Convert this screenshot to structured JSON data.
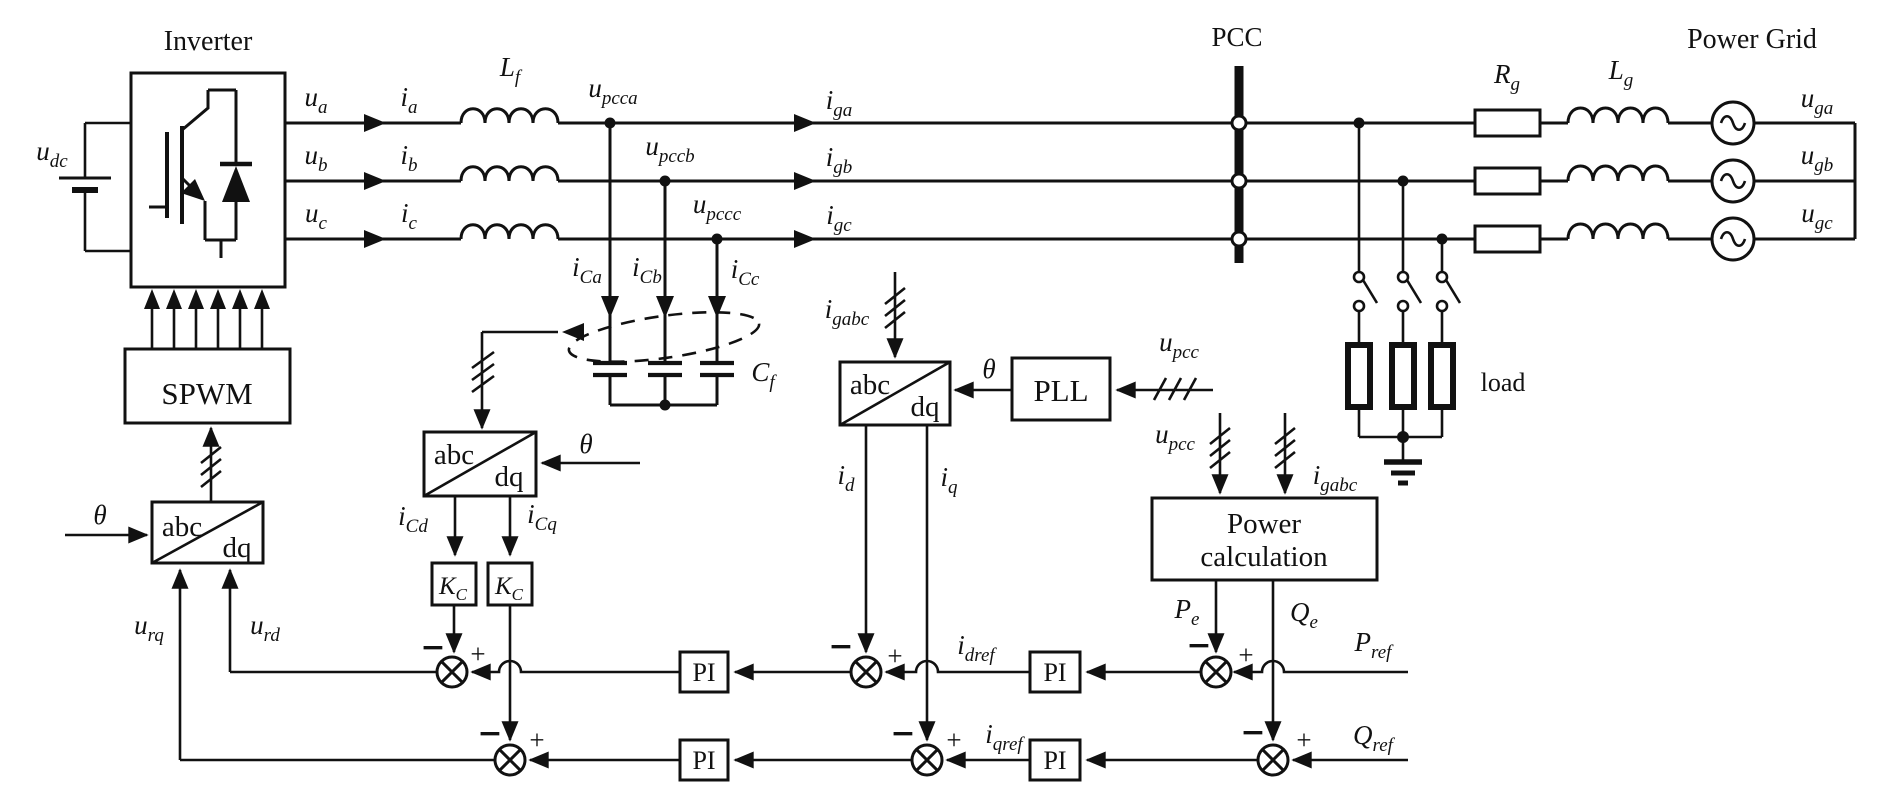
{
  "colors": {
    "ink": "#111111",
    "background": "#ffffff"
  },
  "blocks": {
    "inverter": "Inverter",
    "spwm": "SPWM",
    "pll": "PLL",
    "power_calc_line1": "Power",
    "power_calc_line2": "calculation",
    "abc": "abc",
    "dq": "dq",
    "pi": "PI",
    "pcc": "PCC",
    "power_grid": "Power Grid",
    "load": "load"
  },
  "signs": {
    "plus": "+",
    "minus": "−"
  },
  "sym": {
    "u_dc": {
      "b": "u",
      "s": "dc"
    },
    "u_a": {
      "b": "u",
      "s": "a"
    },
    "u_b": {
      "b": "u",
      "s": "b"
    },
    "u_c": {
      "b": "u",
      "s": "c"
    },
    "i_a": {
      "b": "i",
      "s": "a"
    },
    "i_b": {
      "b": "i",
      "s": "b"
    },
    "i_c": {
      "b": "i",
      "s": "c"
    },
    "L_f": {
      "b": "L",
      "s": "f"
    },
    "u_pcca": {
      "b": "u",
      "s": "pcca"
    },
    "u_pccb": {
      "b": "u",
      "s": "pccb"
    },
    "u_pccc": {
      "b": "u",
      "s": "pccc"
    },
    "i_ga": {
      "b": "i",
      "s": "ga"
    },
    "i_gb": {
      "b": "i",
      "s": "gb"
    },
    "i_gc": {
      "b": "i",
      "s": "gc"
    },
    "i_Ca": {
      "b": "i",
      "s": "Ca"
    },
    "i_Cb": {
      "b": "i",
      "s": "Cb"
    },
    "i_Cc": {
      "b": "i",
      "s": "Cc"
    },
    "C_f": {
      "b": "C",
      "s": "f"
    },
    "i_gabc": {
      "b": "i",
      "s": "gabc"
    },
    "u_pcc": {
      "b": "u",
      "s": "pcc"
    },
    "theta": {
      "b": "θ"
    },
    "i_Cd": {
      "b": "i",
      "s": "Cd"
    },
    "i_Cq": {
      "b": "i",
      "s": "Cq"
    },
    "K_C": {
      "b": "K",
      "s": "C"
    },
    "i_d": {
      "b": "i",
      "s": "d"
    },
    "i_q": {
      "b": "i",
      "s": "q"
    },
    "u_rq": {
      "b": "u",
      "s": "rq"
    },
    "u_rd": {
      "b": "u",
      "s": "rd"
    },
    "i_dref": {
      "b": "i",
      "s": "dref"
    },
    "i_qref": {
      "b": "i",
      "s": "qref"
    },
    "P_e": {
      "b": "P",
      "s": "e"
    },
    "Q_e": {
      "b": "Q",
      "s": "e"
    },
    "P_ref": {
      "b": "P",
      "s": "ref"
    },
    "Q_ref": {
      "b": "Q",
      "s": "ref"
    },
    "R_g": {
      "b": "R",
      "s": "g"
    },
    "L_g": {
      "b": "L",
      "s": "g"
    },
    "u_ga": {
      "b": "u",
      "s": "ga"
    },
    "u_gb": {
      "b": "u",
      "s": "gb"
    },
    "u_gc": {
      "b": "u",
      "s": "gc"
    }
  }
}
